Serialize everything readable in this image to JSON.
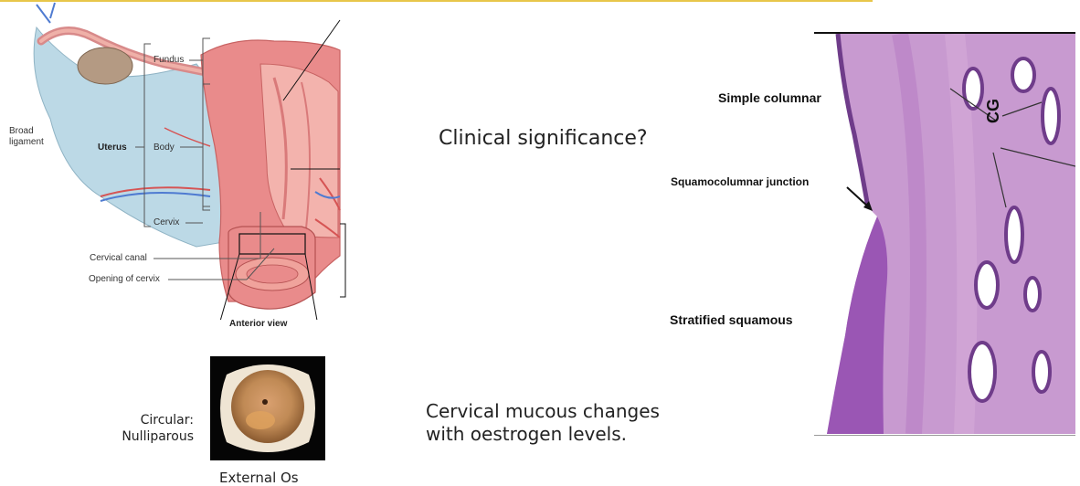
{
  "anatomy": {
    "broad_ligament": "Broad\nligament",
    "uterus": "Uterus",
    "fundus": "Fundus",
    "body": "Body",
    "cervix": "Cervix",
    "cervical_canal": "Cervical canal",
    "opening_of_cervix": "Opening of cervix",
    "anterior_view": "Anterior view"
  },
  "os_photo": {
    "circular_label": "Circular:\nNulliparous",
    "caption": "External Os"
  },
  "slide_text": {
    "clinical_question": "Clinical significance?",
    "mucous_note": "Cervical mucous changes\nwith oestrogen levels."
  },
  "histology": {
    "simple_columnar": "Simple columnar",
    "squamocolumnar_junction": "Squamocolumnar junction",
    "stratified_squamous": "Stratified squamous",
    "cg": "CG"
  },
  "colors": {
    "accent_line": "#e8c64a",
    "tissue_pink": "#e98b8b",
    "ligament_blue": "#bcd9e6",
    "histo_purple": "#b77fc4"
  }
}
